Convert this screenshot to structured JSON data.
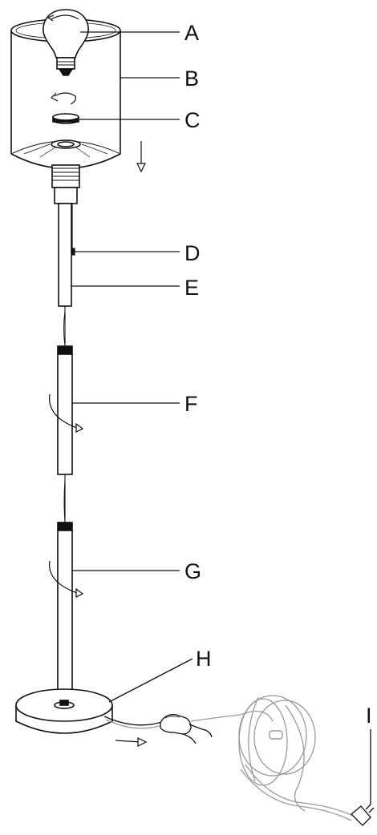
{
  "diagram": {
    "callouts": [
      {
        "key": "a",
        "label": "A",
        "part": "bulb"
      },
      {
        "key": "b",
        "label": "B",
        "part": "lamp-shade"
      },
      {
        "key": "c",
        "label": "C",
        "part": "shade-ring"
      },
      {
        "key": "d",
        "label": "D",
        "part": "pull-chain"
      },
      {
        "key": "e",
        "label": "E",
        "part": "upper-tube"
      },
      {
        "key": "f",
        "label": "F",
        "part": "middle-tube"
      },
      {
        "key": "g",
        "label": "G",
        "part": "lower-tube"
      },
      {
        "key": "h",
        "label": "H",
        "part": "base"
      },
      {
        "key": "i",
        "label": "I",
        "part": "power-plug"
      }
    ],
    "colors": {
      "line": "#111111",
      "cord": "#9a9a9a",
      "background": "#ffffff"
    }
  }
}
